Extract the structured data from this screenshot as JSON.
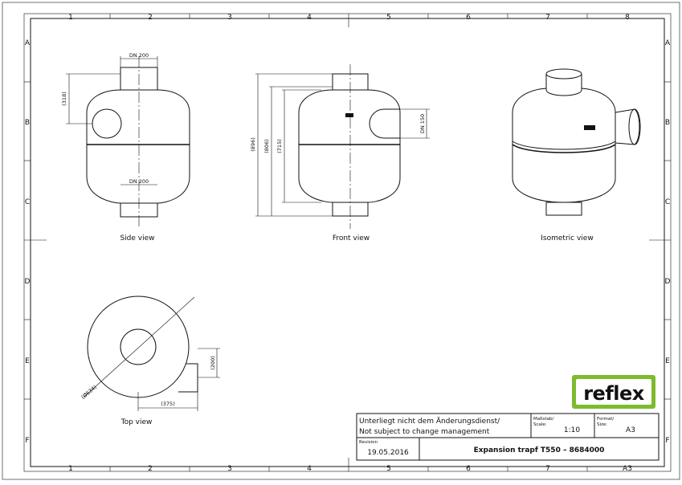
{
  "grid": {
    "columns": [
      "1",
      "2",
      "3",
      "4",
      "5",
      "6",
      "7",
      "8"
    ],
    "rows": [
      "A",
      "B",
      "C",
      "D",
      "E",
      "F"
    ]
  },
  "views": {
    "side": {
      "label": "Side view",
      "top_nozzle": "DN 200",
      "bottom_nozzle": "DN 200",
      "height_318": "(318)"
    },
    "front": {
      "label": "Front view",
      "overall_height": "(896)",
      "height_806": "(806)",
      "height_715": "(715)",
      "side_nozzle": "DN 150"
    },
    "isometric": {
      "label": "Isometric view"
    },
    "top": {
      "label": "Top view",
      "diameter": "(Ø634)",
      "offset_375": "(375)",
      "offset_200": "(200)"
    }
  },
  "title_block": {
    "logo": "reflex",
    "logo_color": "#7dbb2e",
    "note_de": "Unterliegt nicht dem Änderungsdienst/",
    "note_en": "Not subject to change management",
    "scale_label_de": "Maßstab/",
    "scale_label_en": "Scale:",
    "scale_value": "1:10",
    "format_label_de": "Format/",
    "format_label_en": "Size:",
    "format_value": "A3",
    "revision_label": "Revision",
    "revision_date": "19.05.2016",
    "title": "Expansion trapf T550  –  8684000",
    "sheet_size": "A3"
  }
}
